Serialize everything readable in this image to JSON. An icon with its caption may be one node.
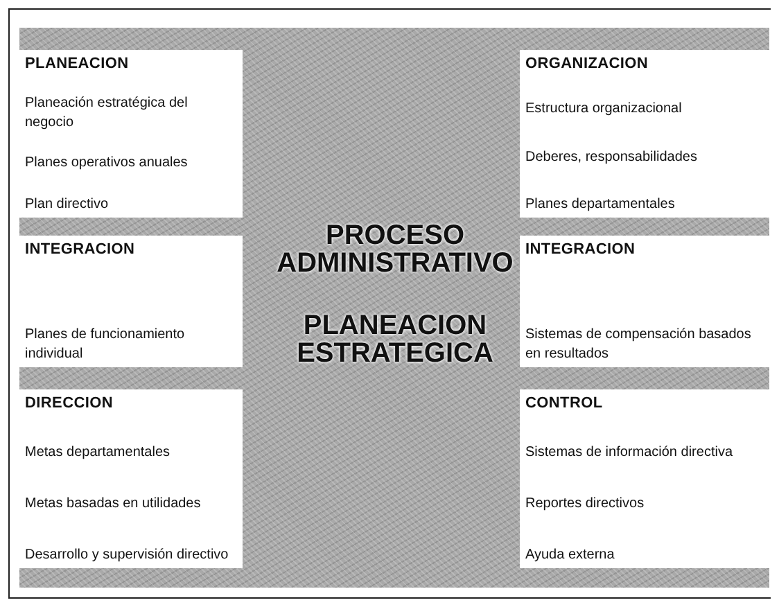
{
  "diagram": {
    "nodes": [
      {
        "text": [
          "PROCESO ADMINISTRATIVO",
          "PLANEACION ESTRATEGICA"
        ]
      },
      {
        "text": [
          "PLANEACION",
          "Planeación estratégica del negocio",
          "Planes operativos anuales",
          "Plan directivo"
        ],
        "in": 0
      },
      {
        "text": [
          "ORGANIZACION",
          "Estructura organizacional",
          "Deberes, responsabilidades",
          "Planes departamentales"
        ],
        "in": 0
      },
      {
        "text": [
          "INTEGRACION",
          "Planes de funcionamiento individual"
        ],
        "in": 0
      },
      {
        "text": [
          "INTEGRACION",
          "Sistemas de compensación basados en resultados"
        ],
        "in": 0
      },
      {
        "text": [
          "DIRECCION",
          "Metas departamentales",
          "Metas basadas en utilidades",
          "Desarrollo y supervisión directivo"
        ],
        "in": 0
      },
      {
        "text": [
          "CONTROL",
          "Sistemas de información directiva",
          "Reportes directivos",
          "Ayuda externa"
        ],
        "in": 0
      }
    ]
  }
}
